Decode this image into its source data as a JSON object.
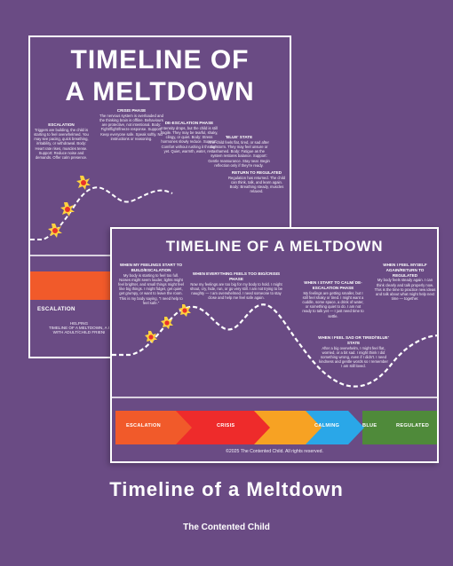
{
  "back_sheet": {
    "title_line1": "TIMELINE OF",
    "title_line2": "A MELTDOWN",
    "escalation": {
      "heading": "ESCALATION",
      "text": "Triggers are building, the child is starting to feel overwhelmed. You may see pacing, quick breathing, irritability, or withdrawal. Body: Heart rate rises, muscles tense. Support: Reduce noise and demands. Offer calm presence."
    },
    "crisis": {
      "heading": "CRISIS PHASE",
      "text": "The nervous system is overloaded and the thinking brain is offline. Behaviours are protective, not intentional. Body: Fight/flight/freeze response. Support: Keep everyone safe. Speak softly. No instructions or reasoning."
    },
    "deescalation": {
      "heading": "DE-ESCALATION PHASE",
      "text": "Intensity drops, but the child is still fragile. They may be tearful, shaky, clingy, or quiet. Body: Stress hormones slowly reduce. Support: Comfort without rushing it through yet. Quiet, warmth, water, rest."
    },
    "blue": {
      "heading": "'BLUE' STATE",
      "text": "The child feels flat, tired, or sad after the storm. They may feel unsure or ashamed. Body: Fatigue as the system restores balance. Support: Gentle reassurance. Stay near. Begin reflection only if they're ready."
    },
    "regulated": {
      "heading": "RETURN TO REGULATED",
      "text": "Regulation has returned. The child can think, talk, and learn again. Body: Breathing steady, muscles relaxed."
    },
    "strip_label": "ESCALATION",
    "footer_line1": "HELPING",
    "footer_line2": "TIMELINE OF A MELTDOWN, A I",
    "footer_line3": "WITH ADULT/CHILD FRIENI"
  },
  "front_sheet": {
    "title": "TIMELINE OF A MELTDOWN",
    "col1": {
      "heading": "WHEN MY FEELINGS START TO BUILD/ESCALATION",
      "text": "My body is starting to feel too full. Noises might seem louder, lights might feel brighter, and small things might feel like big things. I might fidget, get quiet, get grumpy, or want to leave the room. This is my body saying, \"I need help to feel safe.\""
    },
    "col2": {
      "heading": "WHEN EVERYTHING FEELS TOO BIG/CRISIS PHASE",
      "text": "Now my feelings are too big for my body to hold. I might shout, cry, hide, run, or go very still. I am not trying to be naughty — I am overwhelmed. I need someone to stay close and help me feel safe again."
    },
    "col3": {
      "heading": "WHEN I START TO CALM/ DE-ESCALATION PHASE",
      "text": "My feelings are getting smaller, but I still feel shaky or tired. I might want a cuddle, some space, a drink of water, or something quiet to do. I am not ready to talk yet — I just need time to settle."
    },
    "col4": {
      "heading": "WHEN I FEEL MYSELF AGAIN/RETURN TO REGULATED",
      "text": "My body feels steady again. I can think clearly and talk properly now. This is the time to practice new ideas and talk about what might help next time — together."
    },
    "col5": {
      "heading": "WHEN I FEEL SAD OR TIRED/'BLUE' STATE",
      "text": "After a big overwhelm, I might feel flat, worried, or a bit sad. I might think I did something wrong, even if I didn't. I need kindness and gentle words so I remember I am still loved."
    },
    "strip": {
      "escalation": "ESCALATION",
      "crisis": "CRISIS",
      "calming": "CALMING",
      "blue": "BLUE",
      "regulated": "REGULATED"
    },
    "copyright": "©2025 The Contented Child. All rights reserved."
  },
  "caption": "Timeline of a Meltdown",
  "brand": "The Contented Child",
  "colors": {
    "background": "#6a4b84",
    "escalation": "#f15a2a",
    "crisis": "#ee2b2b",
    "calming": "#f7a223",
    "blue": "#2aa7e8",
    "regulated": "#4f8a3a"
  },
  "icons": [
    "explosion-icon"
  ]
}
